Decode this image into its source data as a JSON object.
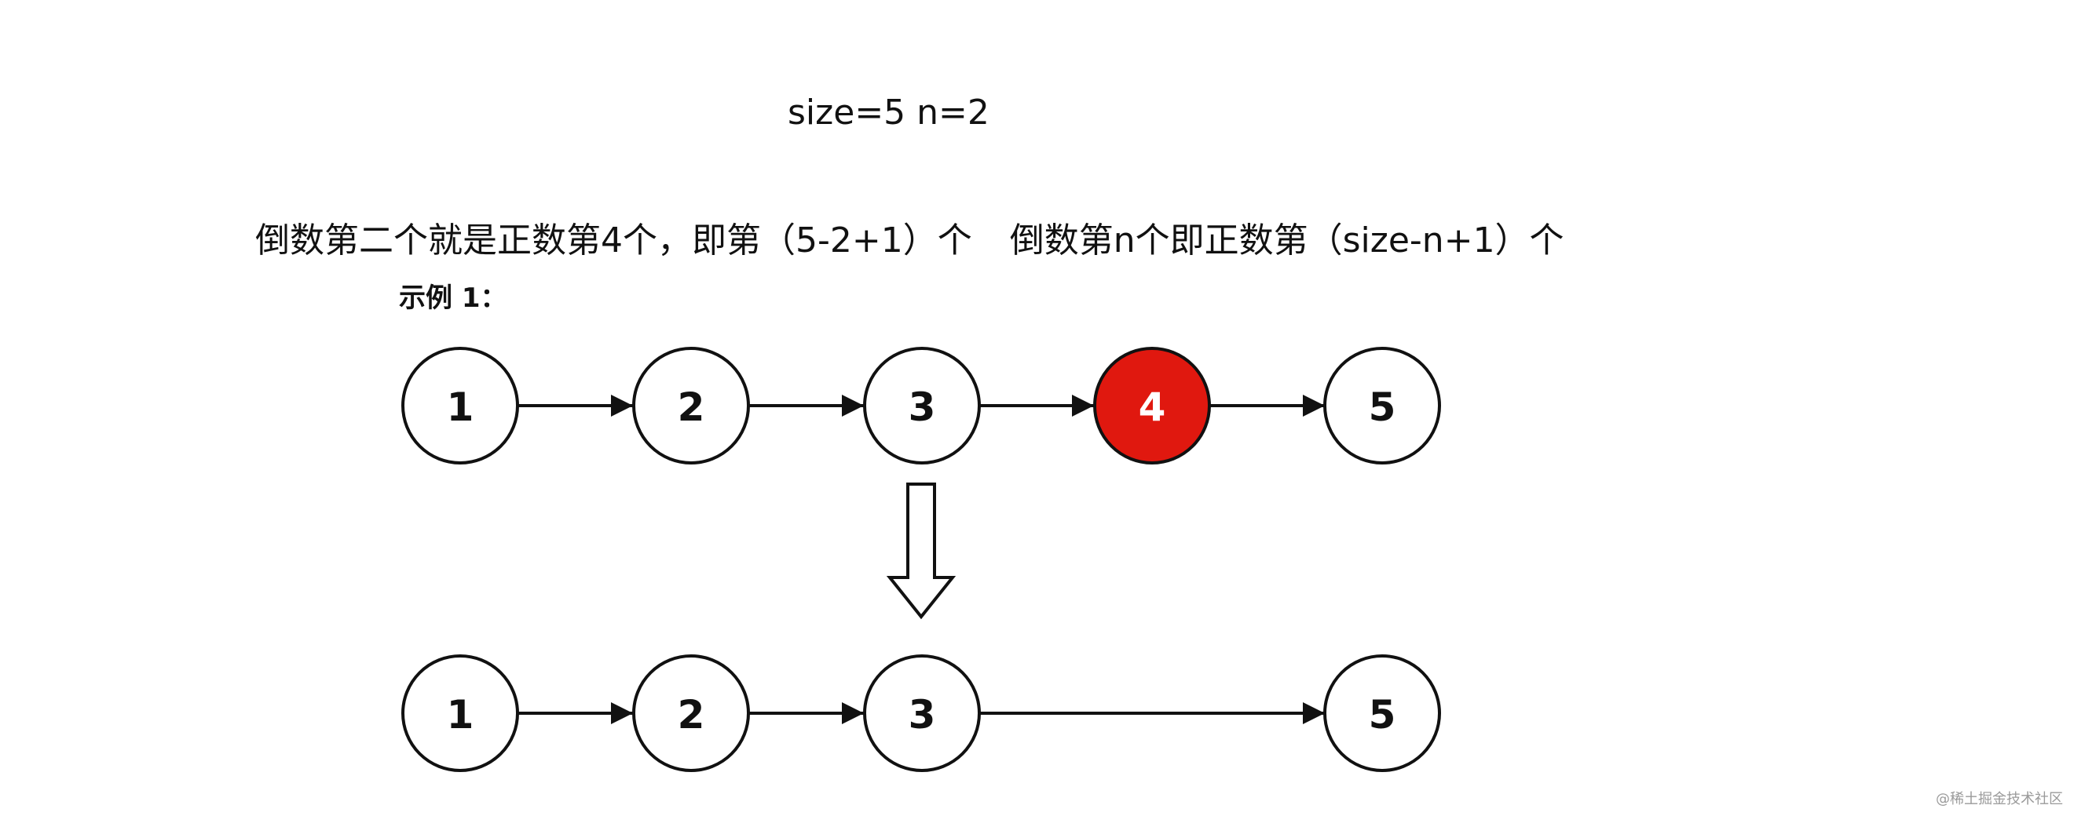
{
  "header": {
    "size_text": "size=5   n=2"
  },
  "explanation": {
    "left": "倒数第二个就是正数第4个，即第（5-2+1）个",
    "right": "倒数第n个即正数第（size-n+1）个"
  },
  "example_title": "示例 1：",
  "diagram": {
    "before": [
      "1",
      "2",
      "3",
      "4",
      "5"
    ],
    "after": [
      "1",
      "2",
      "3",
      "5"
    ],
    "highlight_node": "4",
    "highlight_color": "#e0180f"
  },
  "watermark": "@稀土掘金技术社区"
}
